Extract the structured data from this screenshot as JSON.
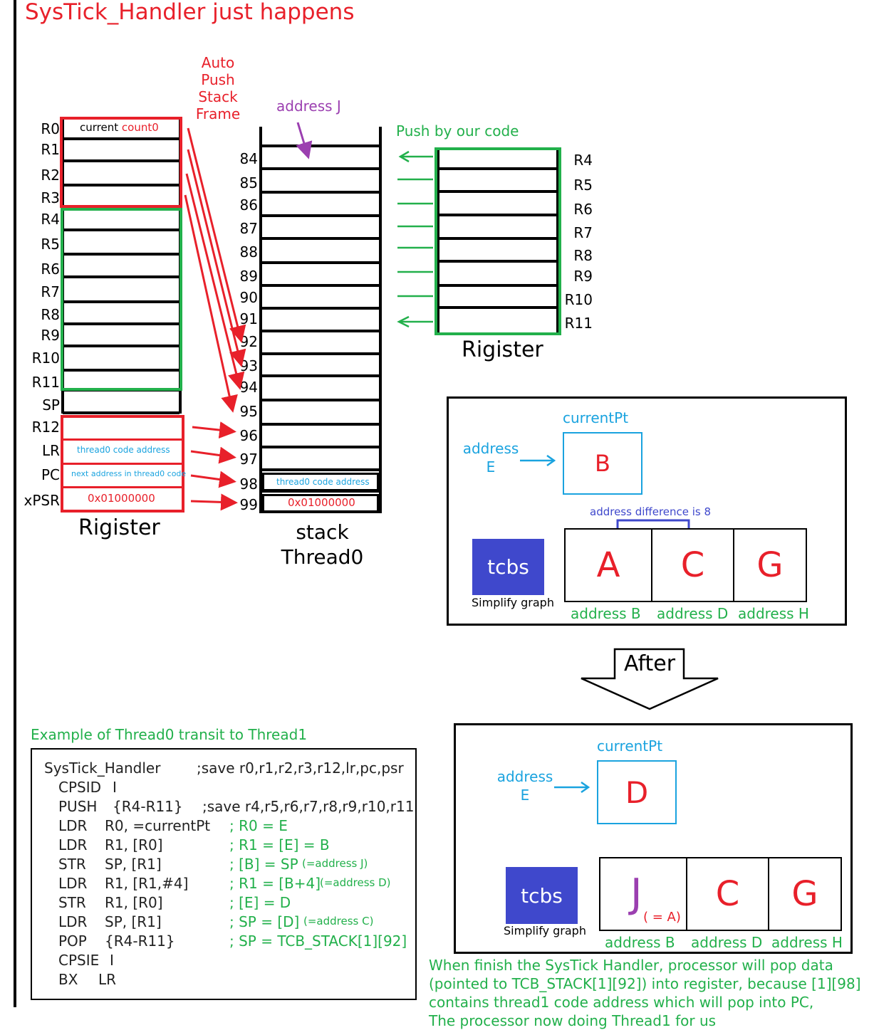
{
  "title": "SysTick_Handler just happens",
  "auto_push_label": [
    "Auto",
    "Push",
    "Stack",
    "Frame"
  ],
  "address_j": "address J",
  "push_by_code": "Push by our code",
  "left_registers": {
    "labels": [
      "R0",
      "R1",
      "R2",
      "R3",
      "R4",
      "R5",
      "R6",
      "R7",
      "R8",
      "R9",
      "R10",
      "R11",
      "SP",
      "R12",
      "LR",
      "PC",
      "xPSR"
    ],
    "r0_value_prefix": "current ",
    "r0_value_suffix": "count0",
    "lr_value": "thread0 code address",
    "pc_value": "next address in thread0 code",
    "xpsr_value": "0x01000000",
    "caption": "Rigister"
  },
  "stack": {
    "indices": [
      "84",
      "85",
      "86",
      "87",
      "88",
      "89",
      "90",
      "91",
      "92",
      "93",
      "94",
      "95",
      "96",
      "97",
      "98",
      "99"
    ],
    "slot98_value": "thread0 code address",
    "slot99_value": "0x01000000",
    "caption_line1": "stack",
    "caption_line2": "Thread0"
  },
  "right_registers": {
    "labels": [
      "R4",
      "R5",
      "R6",
      "R7",
      "R8",
      "R9",
      "R10",
      "R11"
    ],
    "caption": "Rigister"
  },
  "before_box": {
    "current_pt_label": "currentPt",
    "address_e_line1": "address",
    "address_e_line2": "E",
    "current_pt_value": "B",
    "address_difference": "address difference is 8",
    "tcbs_label": "tcbs",
    "simplify_graph": "Simplify graph",
    "cells": [
      "A",
      "C",
      "G"
    ],
    "cell_addresses": [
      "address B",
      "address D",
      "address H"
    ]
  },
  "after_label": "After",
  "after_box": {
    "current_pt_label": "currentPt",
    "address_e_line1": "address",
    "address_e_line2": "E",
    "current_pt_value": "D",
    "tcbs_label": "tcbs",
    "simplify_graph": "Simplify graph",
    "cells": [
      "J",
      "C",
      "G"
    ],
    "j_note": "( = A)",
    "cell_addresses": [
      "address B",
      "address D",
      "address H"
    ]
  },
  "example_title": "Example of Thread0 transit to Thread1",
  "code": [
    {
      "label": "SysTick_Handler",
      "args": "",
      "comment": ";save r0,r1,r2,r3,r12,lr,pc,psr",
      "note": ""
    },
    {
      "label": "CPSID",
      "args": "I",
      "comment": "",
      "note": ""
    },
    {
      "label": "PUSH",
      "args": "{R4-R11}",
      "comment": ";save r4,r5,r6,r7,r8,r9,r10,r11",
      "note": ""
    },
    {
      "label": "LDR",
      "args": "R0, =currentPt",
      "comment": "; R0 = E",
      "note": ""
    },
    {
      "label": "LDR",
      "args": "R1, [R0]",
      "comment": "; R1 = [E] = B",
      "note": ""
    },
    {
      "label": "STR",
      "args": "SP, [R1]",
      "comment": "; [B] = SP",
      "note": "(=address J)"
    },
    {
      "label": "LDR",
      "args": "R1, [R1,#4]",
      "comment": "; R1 = [B+4]",
      "note": "(=address D)"
    },
    {
      "label": "STR",
      "args": "R1, [R0]",
      "comment": "; [E] = D",
      "note": ""
    },
    {
      "label": "LDR",
      "args": "SP, [R1]",
      "comment": "; SP = [D]",
      "note": "(=address C)"
    },
    {
      "label": "POP",
      "args": "{R4-R11}",
      "comment": "; SP = TCB_STACK[1][92]",
      "note": ""
    },
    {
      "label": "CPSIE",
      "args": "I",
      "comment": "",
      "note": ""
    },
    {
      "label": "BX",
      "args": "LR",
      "comment": "",
      "note": ""
    }
  ],
  "footnote": [
    "When finish the SysTick Handler, processor will pop data",
    "(pointed to TCB_STACK[1][92]) into register, because [1][98]",
    "contains thread1 code address which will pop into PC,",
    "The processor now doing Thread1 for us"
  ]
}
